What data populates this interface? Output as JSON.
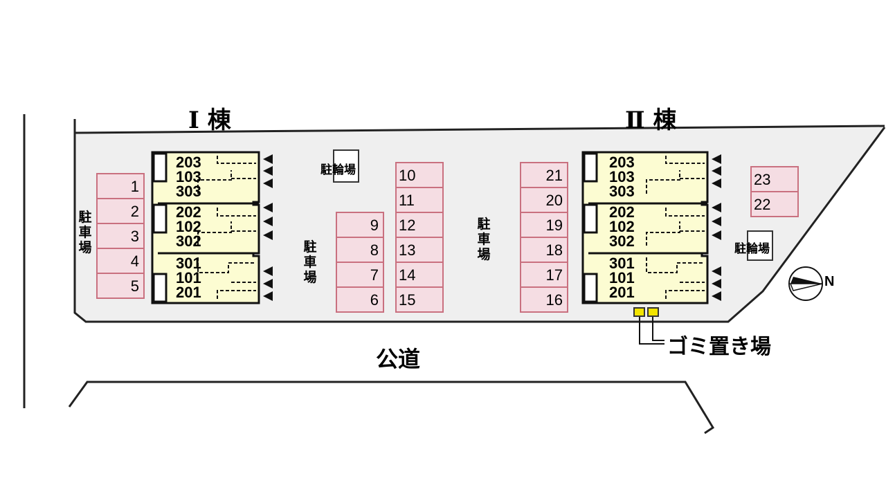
{
  "buildings": [
    {
      "name": "Ⅰ 棟",
      "units_top": [
        "203",
        "103",
        "303"
      ],
      "units_mid": [
        "202",
        "102",
        "302"
      ],
      "units_bot": [
        "301",
        "101",
        "201"
      ]
    },
    {
      "name": "Ⅱ 棟",
      "units_top": [
        "203",
        "103",
        "303"
      ],
      "units_mid": [
        "202",
        "102",
        "302"
      ],
      "units_bot": [
        "301",
        "101",
        "201"
      ]
    }
  ],
  "parking_label": "駐車場",
  "bicycle_parking_label": "駐輪場",
  "public_road_label": "公道",
  "garbage_label": "ゴミ置き場",
  "north_label": "N",
  "parking_spaces": {
    "left_column": [
      "1",
      "2",
      "3",
      "4",
      "5"
    ],
    "center_left_column": [
      "9",
      "8",
      "7",
      "6"
    ],
    "center_right_column": [
      "10",
      "11",
      "12",
      "13",
      "14",
      "15"
    ],
    "right_column": [
      "21",
      "20",
      "19",
      "18",
      "17",
      "16"
    ],
    "far_right_column": [
      "23",
      "22"
    ]
  },
  "colors": {
    "lot_fill": "#efefef",
    "building_fill": "#fcfcd2",
    "parking_fill": "#f5dde3",
    "parking_border": "#c9707f",
    "garbage_fill": "#f2e400"
  }
}
